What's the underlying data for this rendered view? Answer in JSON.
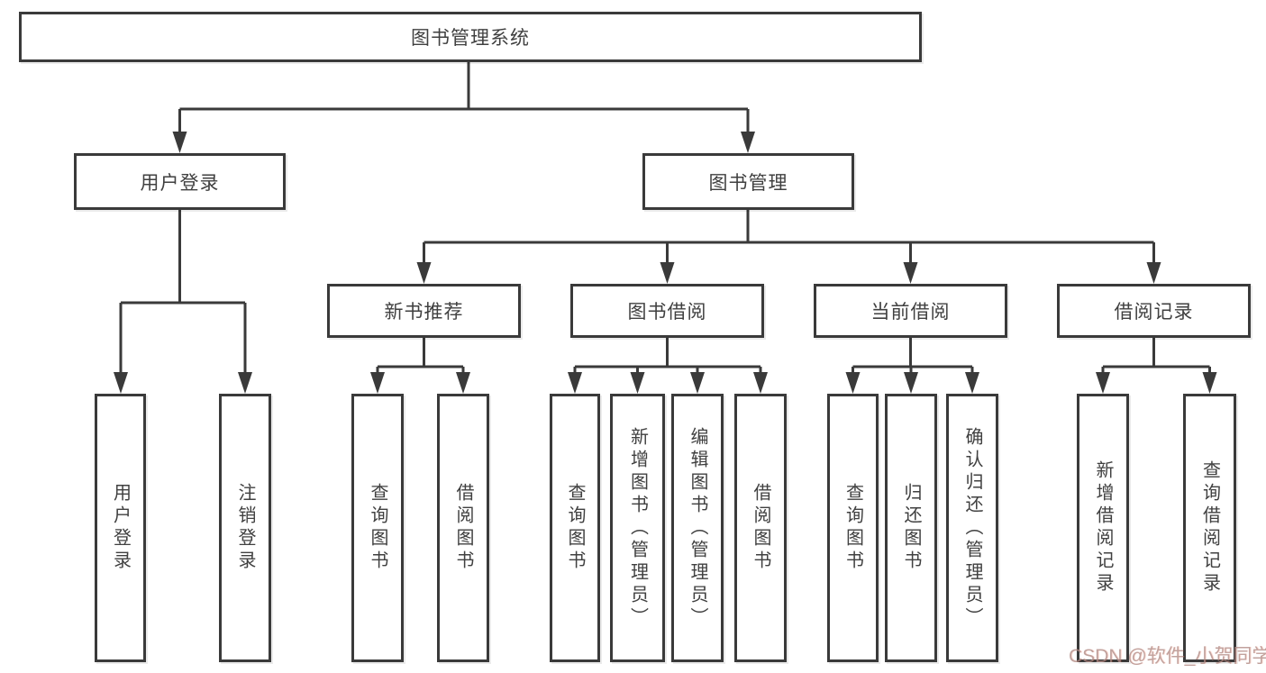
{
  "tree": {
    "label": "图书管理系统",
    "children": [
      {
        "label": "用户登录",
        "children": [
          {
            "label": "用户登录"
          },
          {
            "label": "注销登录"
          }
        ]
      },
      {
        "label": "图书管理",
        "children": [
          {
            "label": "新书推荐",
            "children": [
              {
                "label": "查询图书"
              },
              {
                "label": "借阅图书"
              }
            ]
          },
          {
            "label": "图书借阅",
            "children": [
              {
                "label": "查询图书"
              },
              {
                "label": "新增图书（管理员）"
              },
              {
                "label": "编辑图书（管理员）"
              },
              {
                "label": "借阅图书"
              }
            ]
          },
          {
            "label": "当前借阅",
            "children": [
              {
                "label": "查询图书"
              },
              {
                "label": "归还图书"
              },
              {
                "label": "确认归还（管理员）"
              }
            ]
          },
          {
            "label": "借阅记录",
            "children": [
              {
                "label": "新增借阅记录"
              },
              {
                "label": "查询借阅记录"
              }
            ]
          }
        ]
      }
    ]
  },
  "watermark": {
    "text": "CSDN @软件_小贺同学"
  },
  "colors": {
    "line": "#3a3a3a",
    "box_border": "#3a3a3a",
    "box_fill": "#ffffff",
    "text": "#404040",
    "background": "#ffffff",
    "watermark": "#b28b85"
  }
}
